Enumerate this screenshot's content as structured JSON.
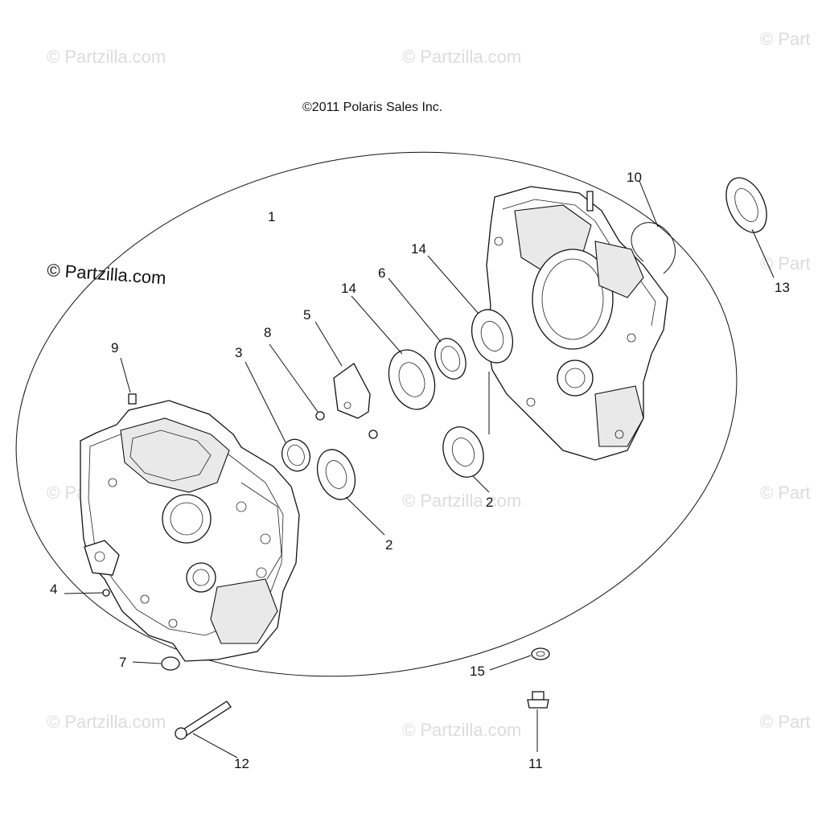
{
  "copyright": "©2011 Polaris Sales Inc.",
  "brand_watermark": "© Partzilla.com",
  "watermark_text": "© Partzilla.com",
  "watermark_partial": "© Part",
  "callouts": {
    "c1": "1",
    "c2a": "2",
    "c2b": "2",
    "c3": "3",
    "c4": "4",
    "c5": "5",
    "c6": "6",
    "c7": "7",
    "c8": "8",
    "c9": "9",
    "c10": "10",
    "c11": "11",
    "c12": "12",
    "c13": "13",
    "c14a": "14",
    "c14b": "14",
    "c15": "15"
  }
}
